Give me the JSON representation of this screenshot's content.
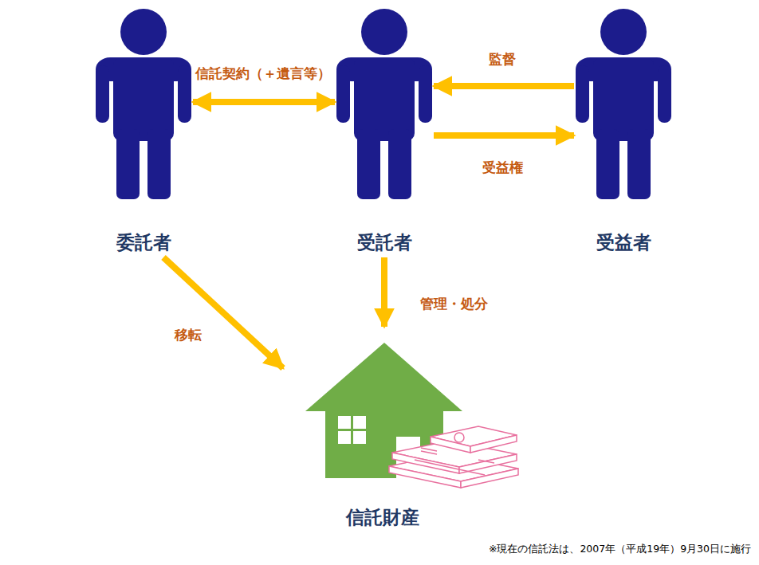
{
  "diagram": {
    "nodes": [
      {
        "text": [
          "委託者"
        ]
      },
      {
        "text": [
          "受託者"
        ]
      },
      {
        "text": [
          "受益者"
        ]
      },
      {
        "text": [
          "信託財産"
        ]
      }
    ],
    "edges": [
      {
        "from": 0,
        "to": 1,
        "arrow": "both",
        "label": "信託契約（＋遺言等）"
      },
      {
        "from": 2,
        "to": 1,
        "arrow": "to",
        "label": "監督"
      },
      {
        "from": 1,
        "to": 2,
        "arrow": "to",
        "label": "受益権"
      },
      {
        "from": 0,
        "to": 3,
        "arrow": "to",
        "label": "移転"
      },
      {
        "from": 1,
        "to": 3,
        "arrow": "to",
        "label": "管理・処分"
      }
    ],
    "labels": [
      "※現在の信託法は、2007年（平成19年）9月30日に施行"
    ]
  }
}
